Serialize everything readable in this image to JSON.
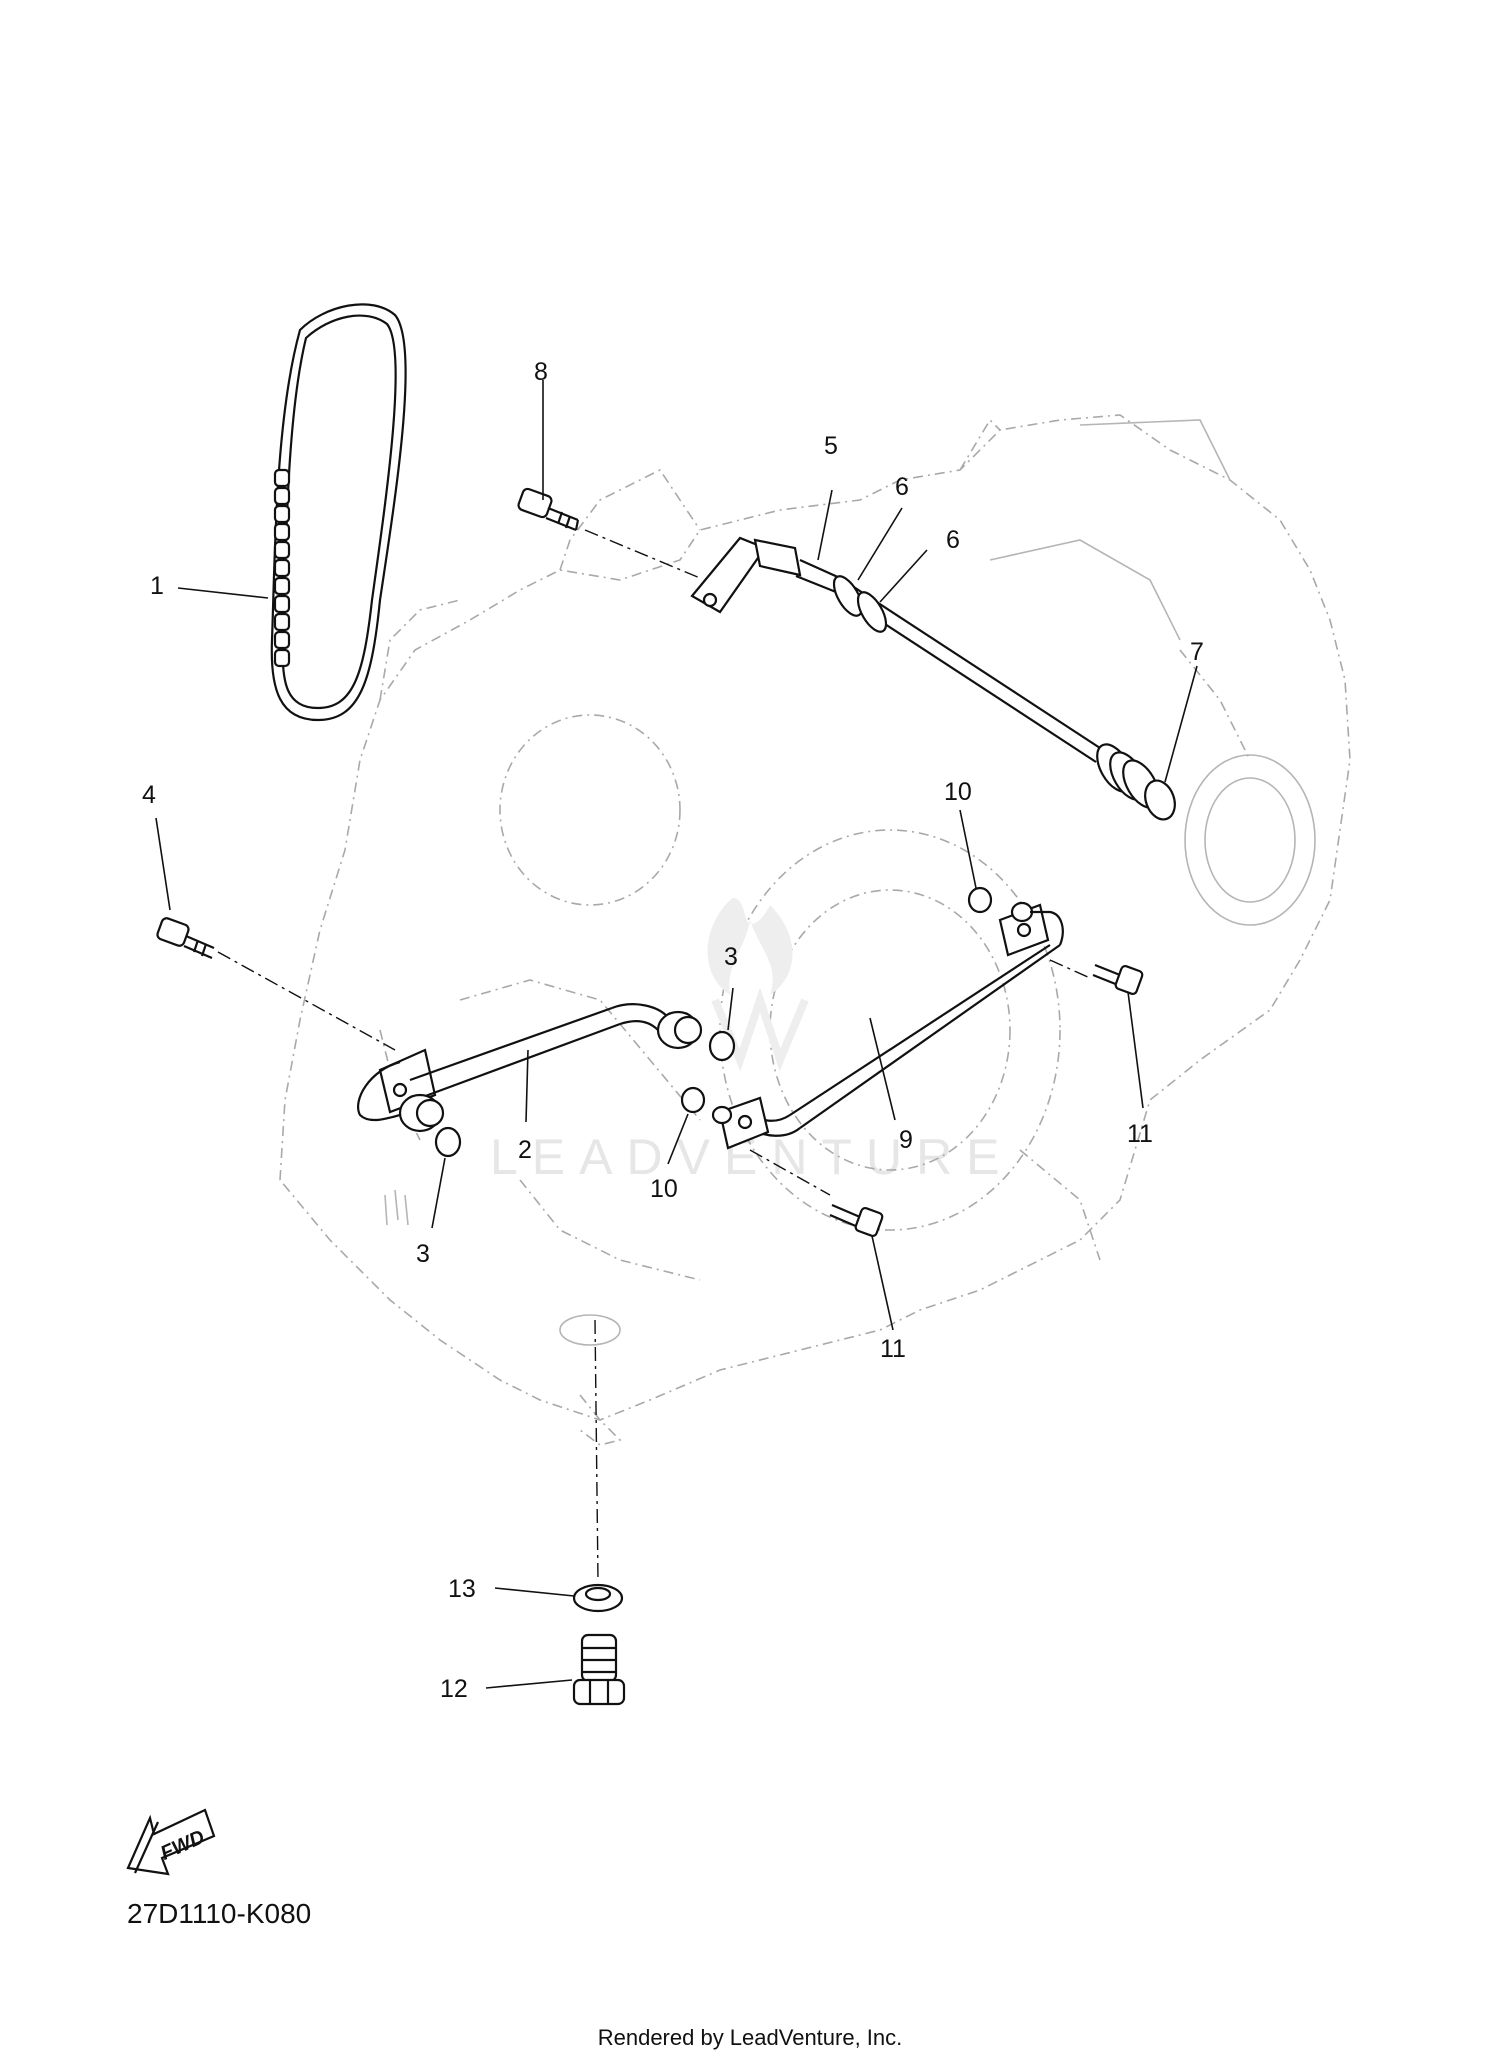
{
  "callouts": {
    "c1": "1",
    "c2": "2",
    "c3a": "3",
    "c3b": "3",
    "c4": "4",
    "c5": "5",
    "c6a": "6",
    "c6b": "6",
    "c7": "7",
    "c8": "8",
    "c9": "9",
    "c10a": "10",
    "c10b": "10",
    "c11a": "11",
    "c11b": "11",
    "c12": "12",
    "c13": "13"
  },
  "fwd_label": "FWD",
  "diagram_code": "27D1110-K080",
  "render_credit": "Rendered by LeadVenture, Inc.",
  "watermark_text": "LEADVENTURE",
  "icons": [
    "fwd-arrow-icon",
    "leadventure-flame-icon"
  ]
}
